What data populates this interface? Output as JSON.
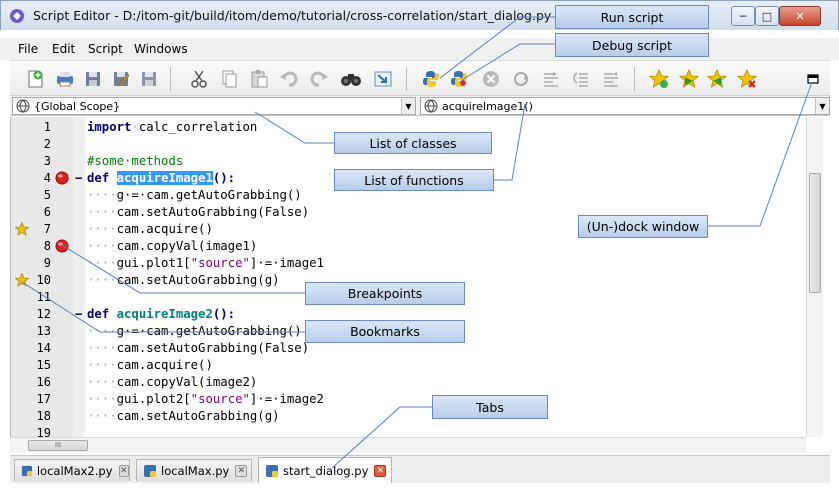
{
  "window": {
    "title": "Script Editor - D:/itom-git/build/itom/demo/tutorial/cross-correlation/start_dialog.py",
    "minimize": "─",
    "maximize": "□",
    "close": "✕"
  },
  "menu": [
    "File",
    "Edit",
    "Script",
    "Windows"
  ],
  "scope": {
    "classes_value": "{Global Scope}",
    "functions_value": "acquireImage1()"
  },
  "line_numbers": [
    "1",
    "2",
    "3",
    "4",
    "5",
    "6",
    "7",
    "8",
    "9",
    "10",
    "11",
    "12",
    "13",
    "14",
    "15",
    "16",
    "17",
    "18",
    "19"
  ],
  "tabs": [
    {
      "label": "localMax2.py"
    },
    {
      "label": "localMax.py"
    },
    {
      "label": "start_dialog.py"
    }
  ],
  "callouts": {
    "run_script": "Run script",
    "debug_script": "Debug script",
    "list_of_classes": "List of classes",
    "list_of_functions": "List of functions",
    "undock_window": "(Un-)dock window",
    "breakpoints": "Breakpoints",
    "bookmarks": "Bookmarks",
    "tabs": "Tabs"
  },
  "code": {
    "l1_kw": "import",
    "l1_rest": "calc_correlation",
    "l3": "#some·methods",
    "l4_kw": "def",
    "l4_name": "acquireImage1",
    "l4_rest": "():",
    "l5": "g·=·cam.getAutoGrabbing()",
    "l6": "cam.setAutoGrabbing(False)",
    "l7": "cam.acquire()",
    "l8": "cam.copyVal(image1)",
    "l9_a": "gui.plot1[",
    "l9_str": "\"source\"",
    "l9_b": "]·=·image1",
    "l10": "cam.setAutoGrabbing(g)",
    "l12_kw": "def",
    "l12_name": "acquireImage2",
    "l12_rest": "():",
    "l13": "g·=·cam.getAutoGrabbing()",
    "l14": "cam.setAutoGrabbing(False)",
    "l15": "cam.acquire()",
    "l16": "cam.copyVal(image2)",
    "l17_a": "gui.plot2[",
    "l17_str": "\"source\"",
    "l17_b": "]·=·image2",
    "l18": "cam.setAutoGrabbing(g)",
    "indent": "····",
    "fold_minus": "−"
  },
  "hscroll_grip": "III",
  "colors": {
    "selection": "#3399ff",
    "keyword": "#00007f",
    "comment": "#007f00",
    "string": "#7f007f",
    "callout": "#b8cdea",
    "breakpoint": "#e02020",
    "bookmark": "#f2c200"
  }
}
